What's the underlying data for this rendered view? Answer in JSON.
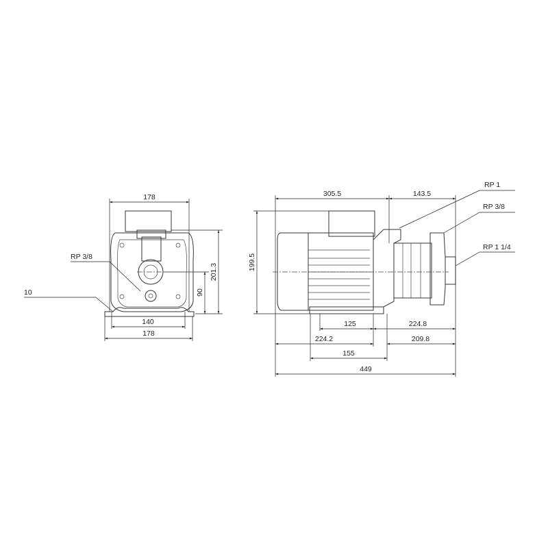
{
  "front_view": {
    "dims": {
      "top_width": "178",
      "height_total": "201.3",
      "axis_height": "90",
      "foot_spacing": "140",
      "base_width": "178"
    },
    "labels": {
      "drain_port": "RP 3/8",
      "foot_thickness": "10"
    }
  },
  "side_view": {
    "dims": {
      "motor_length": "305.5",
      "pump_length": "143.5",
      "height": "199.5",
      "foot_to_flange": "125",
      "flange_to_outlet": "224.8",
      "motor_to_foot": "224.2",
      "foot_to_end": "209.8",
      "foot_length": "155",
      "overall_length": "449"
    },
    "labels": {
      "inlet": "RP 1",
      "vent_port": "RP 3/8",
      "outlet": "RP 1 1/4"
    }
  }
}
